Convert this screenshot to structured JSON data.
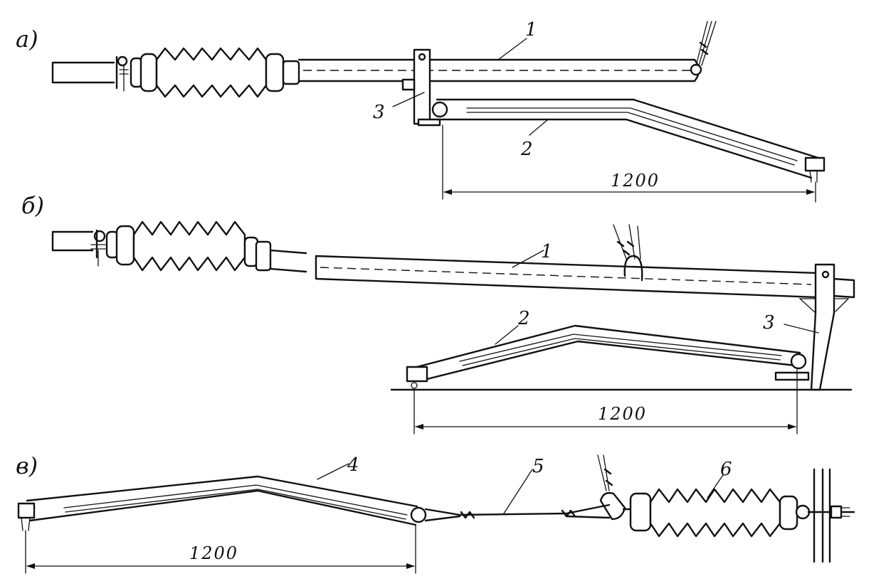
{
  "figure": {
    "panels": [
      {
        "label": "а)",
        "callouts": [
          "1",
          "2",
          "3"
        ],
        "dimension": "1200"
      },
      {
        "label": "б)",
        "callouts": [
          "1",
          "2",
          "3"
        ],
        "dimension": "1200"
      },
      {
        "label": "в)",
        "callouts": [
          "4",
          "5",
          "6"
        ],
        "dimension": "1200"
      }
    ]
  }
}
